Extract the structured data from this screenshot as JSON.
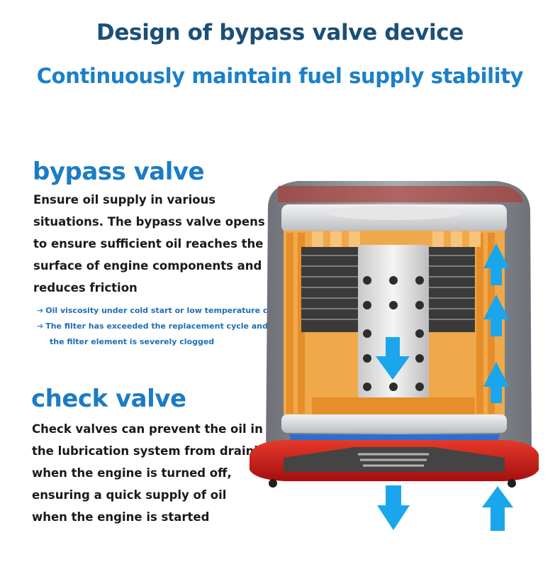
{
  "header": {
    "title": "Design of bypass valve device",
    "subtitle": "Continuously maintain fuel supply stability"
  },
  "bypass": {
    "heading": "bypass valve",
    "lines": [
      "Ensure oil supply in various",
      "situations. The bypass valve opens",
      "to ensure sufficient oil reaches the",
      "surface of engine components and",
      "reduces friction"
    ],
    "notes": [
      "Oil viscosity under cold start or low temperature conditions",
      "The filter has exceeded the replacement cycle and",
      "the filter element is severely clogged"
    ]
  },
  "check": {
    "heading": "check valve",
    "lines": [
      "Check valves can prevent the oil in",
      "the lubrication system from draining",
      "when the engine is turned off,",
      "ensuring a quick supply of oil",
      "when the engine is started"
    ]
  },
  "colors": {
    "title": "#1b4f77",
    "accent": "#1b80c8",
    "filter_paper": "#f0a94a",
    "housing": "#8a8e95",
    "base_red": "#d21818",
    "flow_arrow": "#1aa6ec"
  },
  "icons": [
    "arrow-right-icon",
    "arrow-up-icon",
    "arrow-down-icon"
  ]
}
